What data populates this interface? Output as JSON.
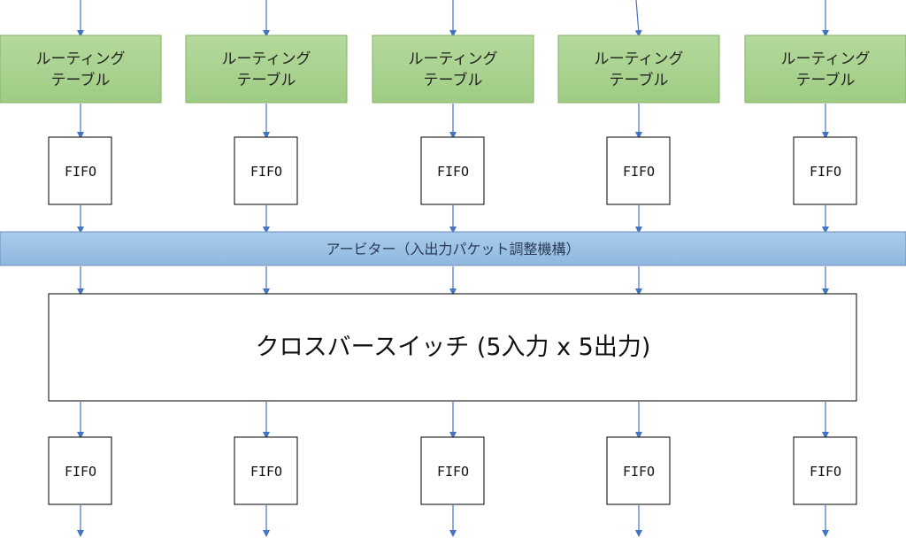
{
  "routing_tables": [
    {
      "line1": "ルーティング",
      "line2": "テーブル"
    },
    {
      "line1": "ルーティング",
      "line2": "テーブル"
    },
    {
      "line1": "ルーティング",
      "line2": "テーブル"
    },
    {
      "line1": "ルーティング",
      "line2": "テーブル"
    },
    {
      "line1": "ルーティング",
      "line2": "テーブル"
    }
  ],
  "input_fifos": [
    {
      "label": "FIFO"
    },
    {
      "label": "FIFO"
    },
    {
      "label": "FIFO"
    },
    {
      "label": "FIFO"
    },
    {
      "label": "FIFO"
    }
  ],
  "arbiter": {
    "label": "アービター（入出力パケット調整機構）"
  },
  "crossbar": {
    "label": "クロスバースイッチ (5入力 x 5出力)"
  },
  "output_fifos": [
    {
      "label": "FIFO"
    },
    {
      "label": "FIFO"
    },
    {
      "label": "FIFO"
    },
    {
      "label": "FIFO"
    },
    {
      "label": "FIFO"
    }
  ],
  "colors": {
    "routing_fill": "#a9d18e",
    "routing_stroke": "#82b366",
    "arbiter_fill": "#9dc3e6",
    "arbiter_stroke": "#6c8ebf",
    "arrow": "#4472c4",
    "box_stroke": "#000000"
  }
}
